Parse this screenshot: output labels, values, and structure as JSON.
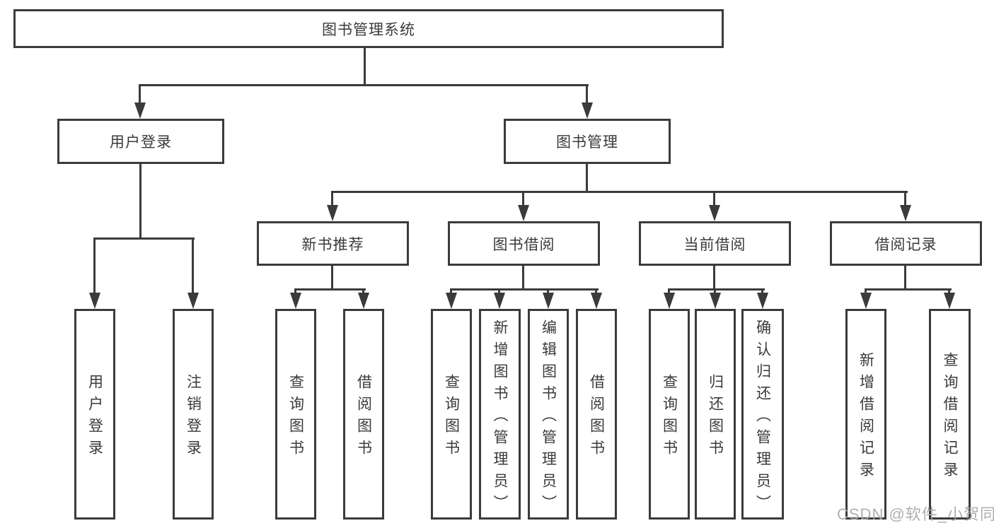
{
  "tree": {
    "label": "图书管理系统",
    "children": [
      {
        "label": "用户登录",
        "children": [
          {
            "label": "用户登录"
          },
          {
            "label": "注销登录"
          }
        ]
      },
      {
        "label": "图书管理",
        "children": [
          {
            "label": "新书推荐",
            "children": [
              {
                "label": "查询图书"
              },
              {
                "label": "借阅图书"
              }
            ]
          },
          {
            "label": "图书借阅",
            "children": [
              {
                "label": "查询图书"
              },
              {
                "label": "新增图书（管理员）"
              },
              {
                "label": "编辑图书（管理员）"
              },
              {
                "label": "借阅图书"
              }
            ]
          },
          {
            "label": "当前借阅",
            "children": [
              {
                "label": "查询图书"
              },
              {
                "label": "归还图书"
              },
              {
                "label": "确认归还（管理员）"
              }
            ]
          },
          {
            "label": "借阅记录",
            "children": [
              {
                "label": "新增借阅记录"
              },
              {
                "label": "查询借阅记录"
              }
            ]
          }
        ]
      }
    ]
  },
  "watermark": {
    "text": "CSDN @软件_小贺同学"
  },
  "colors": {
    "line": "#3b3b3b",
    "text": "#3a3a3a",
    "background": "#ffffff",
    "watermark": "#a8a8a8"
  }
}
